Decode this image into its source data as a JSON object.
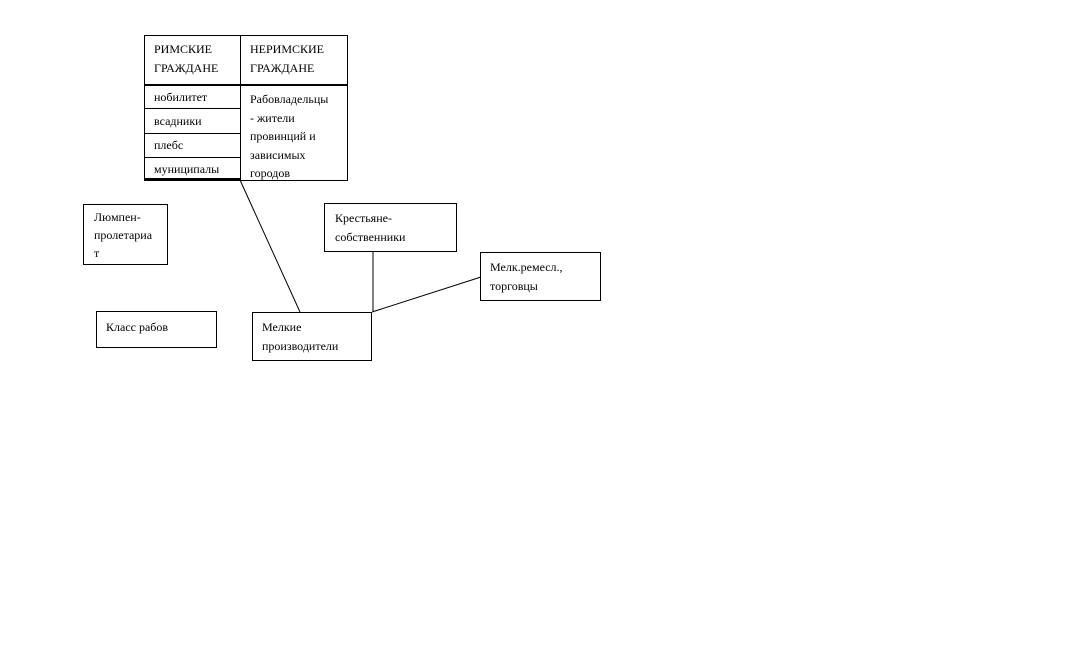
{
  "table": {
    "roman": {
      "header": [
        "РИМСКИЕ",
        "ГРАЖДАНЕ"
      ],
      "rows": [
        "нобилитет",
        "всадники",
        "плебс",
        "муниципалы"
      ]
    },
    "nonroman": {
      "header": [
        "НЕРИМСКИЕ",
        "ГРАЖДАНЕ"
      ],
      "text": [
        "Рабовладельцы",
        "- жители",
        "провинций и",
        "зависимых",
        "городов"
      ]
    }
  },
  "nodes": {
    "lumpen": [
      "Люмпен-",
      "пролетариа",
      "т"
    ],
    "slaves": [
      "Класс рабов"
    ],
    "small_producers": [
      "Мелкие",
      "производители"
    ],
    "peasants": [
      "Крестьяне-",
      "собственники"
    ],
    "artisans": [
      "Мелк.ремесл.,",
      "торговцы"
    ]
  }
}
